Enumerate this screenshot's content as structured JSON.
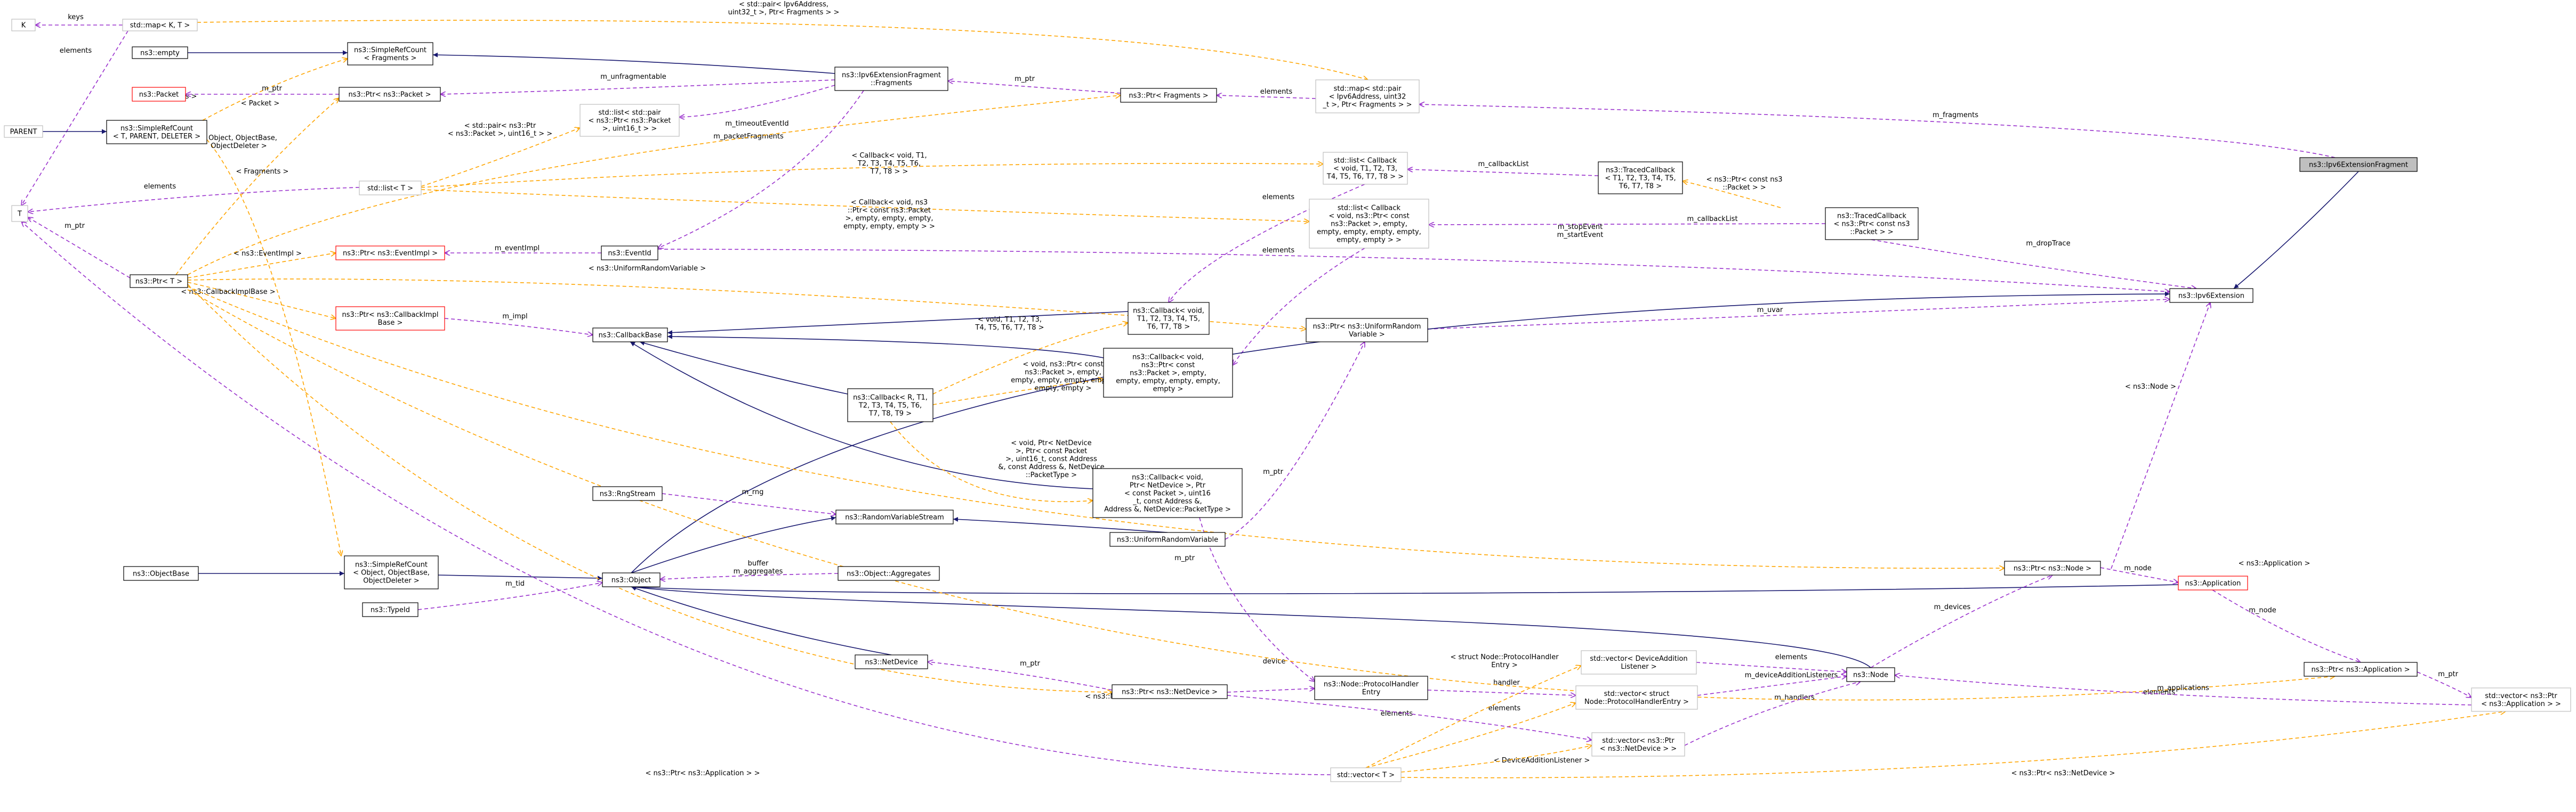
{
  "colors": {
    "inherit": "#191970",
    "usage": "#9a32cd",
    "template": "#ffa500",
    "box_border_default": "#000000",
    "box_border_external": "#bfbfbf",
    "box_border_undocumented": "#ff0000",
    "highlight_fill": "#bfbfbf",
    "box_fill": "#ffffff"
  },
  "nodes": [
    {
      "id": "K",
      "lines": [
        "K"
      ],
      "style": "external"
    },
    {
      "id": "map_k_t",
      "lines": [
        "std::map< K, T >"
      ],
      "style": "external"
    },
    {
      "id": "T",
      "lines": [
        "T"
      ],
      "style": "external"
    },
    {
      "id": "PARENT",
      "lines": [
        "PARENT"
      ],
      "style": "external"
    },
    {
      "id": "empty",
      "lines": [
        "ns3::empty"
      ],
      "style": "default"
    },
    {
      "id": "Packet",
      "lines": [
        "ns3::Packet"
      ],
      "style": "undocumented"
    },
    {
      "id": "src_parent",
      "lines": [
        "ns3::SimpleRefCount",
        "< T, PARENT, DELETER >"
      ],
      "style": "default"
    },
    {
      "id": "src_fragments",
      "lines": [
        "ns3::SimpleRefCount",
        "< Fragments >"
      ],
      "style": "default"
    },
    {
      "id": "ptr_packet",
      "lines": [
        "ns3::Ptr< ns3::Packet >"
      ],
      "style": "default"
    },
    {
      "id": "list_pair",
      "lines": [
        "std::list< std::pair",
        "< ns3::Ptr< ns3::Packet",
        ">, uint16_t > >"
      ],
      "style": "external"
    },
    {
      "id": "list_t",
      "lines": [
        "std::list< T >"
      ],
      "style": "external"
    },
    {
      "id": "ptr_t",
      "lines": [
        "ns3::Ptr< T >"
      ],
      "style": "default"
    },
    {
      "id": "ptr_eventimpl",
      "lines": [
        "ns3::Ptr< ns3::EventImpl >"
      ],
      "style": "undocumented"
    },
    {
      "id": "ptr_callbackimpl",
      "lines": [
        "ns3::Ptr< ns3::CallbackImpl",
        "Base >"
      ],
      "style": "undocumented"
    },
    {
      "id": "eventid",
      "lines": [
        "ns3::EventId"
      ],
      "style": "default"
    },
    {
      "id": "callbackbase",
      "lines": [
        "ns3::CallbackBase"
      ],
      "style": "default"
    },
    {
      "id": "fragments",
      "lines": [
        "ns3::Ipv6ExtensionFragment",
        "::Fragments"
      ],
      "style": "default"
    },
    {
      "id": "ptr_fragments",
      "lines": [
        "ns3::Ptr< Fragments >"
      ],
      "style": "default"
    },
    {
      "id": "map_pair",
      "lines": [
        "std::map< std::pair",
        "< Ipv6Address, uint32",
        "_t >, Ptr< Fragments > >"
      ],
      "style": "external"
    },
    {
      "id": "list_callback_t",
      "lines": [
        "std::list< Callback",
        "< void, T1, T2, T3,",
        "T4, T5, T6, T7, T8 > >"
      ],
      "style": "external"
    },
    {
      "id": "list_callback_pkt",
      "lines": [
        "std::list< Callback",
        "< void, ns3::Ptr< const",
        "ns3::Packet >, empty,",
        "empty, empty, empty, empty,",
        "empty, empty > >"
      ],
      "style": "external"
    },
    {
      "id": "traced_t",
      "lines": [
        "ns3::TracedCallback",
        "< T1, T2, T3, T4, T5,",
        "T6, T7, T8 >"
      ],
      "style": "default"
    },
    {
      "id": "traced_pkt",
      "lines": [
        "ns3::TracedCallback",
        "< ns3::Ptr< const ns3",
        "::Packet > >"
      ],
      "style": "default"
    },
    {
      "id": "highlight",
      "lines": [
        "ns3::Ipv6ExtensionFragment"
      ],
      "style": "highlight"
    },
    {
      "id": "ipv6ext",
      "lines": [
        "ns3::Ipv6Extension"
      ],
      "style": "default"
    },
    {
      "id": "cb_void_t",
      "lines": [
        "ns3::Callback< void,",
        "T1, T2, T3, T4, T5,",
        "T6, T7, T8 >"
      ],
      "style": "default"
    },
    {
      "id": "cb_void_pkt",
      "lines": [
        "ns3::Callback< void,",
        "ns3::Ptr< const",
        "ns3::Packet >, empty,",
        "empty, empty, empty, empty,",
        "empty >"
      ],
      "style": "default"
    },
    {
      "id": "cb_r",
      "lines": [
        "ns3::Callback< R, T1,",
        "T2, T3, T4, T5, T6,",
        "T7, T8, T9 >"
      ],
      "style": "default"
    },
    {
      "id": "ptr_urv",
      "lines": [
        "ns3::Ptr< ns3::UniformRandom",
        "Variable >"
      ],
      "style": "default"
    },
    {
      "id": "cb_netdev",
      "lines": [
        "ns3::Callback< void,",
        "Ptr< NetDevice >, Ptr",
        "< const Packet >, uint16",
        "_t, const Address &,",
        "Address &, NetDevice::PacketType >"
      ],
      "style": "default"
    },
    {
      "id": "rngstream",
      "lines": [
        "ns3::RngStream"
      ],
      "style": "default"
    },
    {
      "id": "rvstream",
      "lines": [
        "ns3::RandomVariableStream"
      ],
      "style": "default"
    },
    {
      "id": "urv",
      "lines": [
        "ns3::UniformRandomVariable"
      ],
      "style": "default"
    },
    {
      "id": "objectbase",
      "lines": [
        "ns3::ObjectBase"
      ],
      "style": "default"
    },
    {
      "id": "src_object",
      "lines": [
        "ns3::SimpleRefCount",
        "< Object, ObjectBase,",
        "ObjectDeleter >"
      ],
      "style": "default"
    },
    {
      "id": "typeid",
      "lines": [
        "ns3::TypeId"
      ],
      "style": "default"
    },
    {
      "id": "object",
      "lines": [
        "ns3::Object"
      ],
      "style": "default"
    },
    {
      "id": "aggregates",
      "lines": [
        "ns3::Object::Aggregates"
      ],
      "style": "default"
    },
    {
      "id": "netdevice",
      "lines": [
        "ns3::NetDevice"
      ],
      "style": "default"
    },
    {
      "id": "ptr_netdevice",
      "lines": [
        "ns3::Ptr< ns3::NetDevice >"
      ],
      "style": "default"
    },
    {
      "id": "protohandler",
      "lines": [
        "ns3::Node::ProtocolHandler",
        "Entry"
      ],
      "style": "default"
    },
    {
      "id": "vec_dal",
      "lines": [
        "std::vector< DeviceAddition",
        "Listener >"
      ],
      "style": "external"
    },
    {
      "id": "vec_phe",
      "lines": [
        "std::vector< struct",
        "Node::ProtocolHandlerEntry >"
      ],
      "style": "external"
    },
    {
      "id": "vec_ptr_netdev",
      "lines": [
        "std::vector< ns3::Ptr",
        "< ns3::NetDevice > >"
      ],
      "style": "external"
    },
    {
      "id": "vec_t",
      "lines": [
        "std::vector< T >"
      ],
      "style": "external"
    },
    {
      "id": "ptr_node",
      "lines": [
        "ns3::Ptr< ns3::Node >"
      ],
      "style": "default"
    },
    {
      "id": "application",
      "lines": [
        "ns3::Application"
      ],
      "style": "undocumented"
    },
    {
      "id": "node",
      "lines": [
        "ns3::Node"
      ],
      "style": "default"
    },
    {
      "id": "ptr_app",
      "lines": [
        "ns3::Ptr< ns3::Application >"
      ],
      "style": "default"
    },
    {
      "id": "vec_ptr_app",
      "lines": [
        "std::vector< ns3::Ptr",
        "< ns3::Application > >"
      ],
      "style": "external"
    }
  ],
  "edges": [
    {
      "from": "map_k_t",
      "to": "K",
      "kind": "usage",
      "label": [
        "keys"
      ]
    },
    {
      "from": "map_k_t",
      "to": "T",
      "kind": "usage",
      "label": [
        "elements"
      ]
    },
    {
      "from": "PARENT",
      "to": "src_parent",
      "kind": "inherit",
      "label": []
    },
    {
      "from": "empty",
      "to": "src_fragments",
      "kind": "inherit",
      "label": []
    },
    {
      "from": "fragments",
      "to": "src_fragments",
      "kind": "inherit",
      "label": []
    },
    {
      "from": "src_parent",
      "to": "src_fragments",
      "kind": "template",
      "label": [
        "< Fragments >"
      ]
    },
    {
      "from": "src_parent",
      "to": "src_object",
      "kind": "template",
      "label": [
        "< Object, ObjectBase,",
        "ObjectDeleter >"
      ]
    },
    {
      "from": "ptr_packet",
      "to": "Packet",
      "kind": "usage",
      "label": [
        "m_ptr"
      ]
    },
    {
      "from": "ptr_t",
      "to": "ptr_packet",
      "kind": "template",
      "label": [
        "< Packet >"
      ]
    },
    {
      "from": "fragments",
      "to": "ptr_packet",
      "kind": "usage",
      "label": [
        "m_unfragmentable"
      ]
    },
    {
      "from": "fragments",
      "to": "list_pair",
      "kind": "usage",
      "label": [
        "m_packetFragments"
      ]
    },
    {
      "from": "list_t",
      "to": "list_pair",
      "kind": "template",
      "label": [
        "< std::pair< ns3::Ptr",
        "< ns3::Packet >, uint16_t > >"
      ]
    },
    {
      "from": "fragments",
      "to": "eventid",
      "kind": "usage",
      "label": [
        "m_timeoutEventId"
      ]
    },
    {
      "from": "list_t",
      "to": "T",
      "kind": "usage",
      "label": [
        "elements"
      ]
    },
    {
      "from": "ptr_t",
      "to": "T",
      "kind": "usage",
      "label": [
        "m_ptr"
      ]
    },
    {
      "from": "ptr_t",
      "to": "ptr_fragments",
      "kind": "template",
      "label": [
        "< Fragments >"
      ]
    },
    {
      "from": "ptr_fragments",
      "to": "fragments",
      "kind": "usage",
      "label": [
        "m_ptr"
      ]
    },
    {
      "from": "map_pair",
      "to": "ptr_fragments",
      "kind": "usage",
      "label": [
        "elements"
      ]
    },
    {
      "from": "map_k_t",
      "to": "map_pair",
      "kind": "template",
      "label": [
        "< std::pair< Ipv6Address,",
        "uint32_t >, Ptr< Fragments > >"
      ]
    },
    {
      "from": "highlight",
      "to": "map_pair",
      "kind": "usage",
      "label": [
        "m_fragments"
      ]
    },
    {
      "from": "list_t",
      "to": "list_callback_t",
      "kind": "template",
      "label": [
        "< Callback< void, T1,",
        "T2, T3, T4, T5, T6,",
        "T7, T8 > >"
      ]
    },
    {
      "from": "list_t",
      "to": "list_callback_pkt",
      "kind": "template",
      "label": [
        "< Callback< void, ns3",
        "::Ptr< const ns3::Packet",
        ">, empty, empty, empty,",
        "empty, empty, empty > >"
      ]
    },
    {
      "from": "traced_t",
      "to": "list_callback_t",
      "kind": "usage",
      "label": [
        "m_callbackList"
      ]
    },
    {
      "from": "traced_pkt",
      "to": "list_callback_pkt",
      "kind": "usage",
      "label": [
        "m_callbackList"
      ]
    },
    {
      "from": "traced_t",
      "to": "traced_pkt",
      "kind": "template",
      "label": [
        "< ns3::Ptr< const ns3",
        "::Packet > >"
      ]
    },
    {
      "from": "list_callback_t",
      "to": "cb_void_t",
      "kind": "usage",
      "label": [
        "elements"
      ]
    },
    {
      "from": "list_callback_pkt",
      "to": "cb_void_pkt",
      "kind": "usage",
      "label": [
        "elements"
      ]
    },
    {
      "from": "ptr_eventimpl",
      "to": "eventid",
      "kind": "usage",
      "label": [
        "m_eventImpl"
      ]
    },
    {
      "from": "ptr_t",
      "to": "ptr_eventimpl",
      "kind": "template",
      "label": [
        "< ns3::EventImpl >"
      ]
    },
    {
      "from": "ptr_t",
      "to": "ptr_callbackimpl",
      "kind": "template",
      "label": [
        "< ns3::CallbackImplBase >"
      ]
    },
    {
      "from": "ptr_callbackimpl",
      "to": "callbackbase",
      "kind": "usage",
      "label": [
        "m_impl"
      ]
    },
    {
      "from": "ptr_t",
      "to": "ptr_urv",
      "kind": "template",
      "label": [
        "< ns3::UniformRandomVariable >"
      ]
    },
    {
      "from": "highlight",
      "to": "ipv6ext",
      "kind": "inherit",
      "label": []
    },
    {
      "from": "traced_pkt",
      "to": "ipv6ext",
      "kind": "usage",
      "label": [
        "m_dropTrace"
      ]
    },
    {
      "from": "eventid",
      "to": "ipv6ext",
      "kind": "usage",
      "label": [
        "m_stopEvent",
        "m_startEvent"
      ]
    },
    {
      "from": "ptr_urv",
      "to": "ipv6ext",
      "kind": "usage",
      "label": [
        "m_uvar"
      ]
    },
    {
      "from": "object",
      "to": "ipv6ext",
      "kind": "inherit",
      "label": []
    },
    {
      "from": "callbackbase",
      "to": "cb_void_t",
      "kind": "inherit",
      "label": []
    },
    {
      "from": "callbackbase",
      "to": "cb_void_pkt",
      "kind": "inherit",
      "label": []
    },
    {
      "from": "callbackbase",
      "to": "cb_r",
      "kind": "inherit",
      "label": []
    },
    {
      "from": "callbackbase",
      "to": "cb_netdev",
      "kind": "inherit",
      "label": []
    },
    {
      "from": "cb_r",
      "to": "cb_void_t",
      "kind": "template",
      "label": [
        "< void, T1, T2, T3,",
        "T4, T5, T6, T7, T8 >"
      ]
    },
    {
      "from": "cb_r",
      "to": "cb_void_pkt",
      "kind": "template",
      "label": [
        "< void, ns3::Ptr< const",
        "ns3::Packet >, empty,",
        "empty, empty, empty, empty,",
        "empty, empty >"
      ]
    },
    {
      "from": "cb_r",
      "to": "cb_netdev",
      "kind": "template",
      "label": [
        "< void, Ptr< NetDevice",
        ">, Ptr< const Packet",
        ">, uint16_t, const Address",
        "&, const Address &, NetDevice",
        "::PacketType >"
      ]
    },
    {
      "from": "urv",
      "to": "ptr_urv",
      "kind": "usage",
      "label": [
        "m_ptr"
      ]
    },
    {
      "from": "rngstream",
      "to": "rvstream",
      "kind": "usage",
      "label": [
        "m_rng"
      ]
    },
    {
      "from": "rvstream",
      "to": "urv",
      "kind": "inherit",
      "label": []
    },
    {
      "from": "object",
      "to": "rvstream",
      "kind": "inherit",
      "label": []
    },
    {
      "from": "objectbase",
      "to": "src_object",
      "kind": "inherit",
      "label": []
    },
    {
      "from": "src_object",
      "to": "object",
      "kind": "inherit",
      "label": []
    },
    {
      "from": "typeid",
      "to": "object",
      "kind": "usage",
      "label": [
        "m_tid"
      ]
    },
    {
      "from": "aggregates",
      "to": "object",
      "kind": "usage",
      "label": [
        "buffer",
        "m_aggregates"
      ]
    },
    {
      "from": "object",
      "to": "netdevice",
      "kind": "inherit",
      "label": []
    },
    {
      "from": "object",
      "to": "node",
      "kind": "inherit",
      "label": []
    },
    {
      "from": "object",
      "to": "application",
      "kind": "inherit",
      "label": []
    },
    {
      "from": "netdevice",
      "to": "ptr_netdevice",
      "kind": "usage",
      "label": [
        "m_ptr"
      ]
    },
    {
      "from": "ptr_t",
      "to": "ptr_netdevice",
      "kind": "template",
      "label": [
        "< ns3::NetDevice >"
      ]
    },
    {
      "from": "ptr_netdevice",
      "to": "protohandler",
      "kind": "usage",
      "label": [
        "device"
      ]
    },
    {
      "from": "cb_netdev",
      "to": "protohandler",
      "kind": "usage",
      "label": [
        "handler"
      ]
    },
    {
      "from": "protohandler",
      "to": "vec_phe",
      "kind": "usage",
      "label": [
        "elements"
      ]
    },
    {
      "from": "vec_t",
      "to": "vec_phe",
      "kind": "template",
      "label": [
        "< struct Node::ProtocolHandler",
        "Entry >"
      ]
    },
    {
      "from": "vec_t",
      "to": "vec_dal",
      "kind": "template",
      "label": [
        "< DeviceAdditionListener >"
      ]
    },
    {
      "from": "vec_t",
      "to": "vec_ptr_netdev",
      "kind": "template",
      "label": [
        "< ns3::Ptr< ns3::NetDevice >"
      ]
    },
    {
      "from": "vec_t",
      "to": "vec_ptr_app",
      "kind": "template",
      "label": [
        "< ns3::Ptr< ns3::Application > >"
      ]
    },
    {
      "from": "vec_t",
      "to": "T",
      "kind": "usage",
      "label": [
        "elements"
      ]
    },
    {
      "from": "ptr_netdevice",
      "to": "vec_ptr_netdev",
      "kind": "usage",
      "label": [
        "elements"
      ]
    },
    {
      "from": "vec_dal",
      "to": "node",
      "kind": "usage",
      "label": [
        "m_deviceAdditionListeners"
      ]
    },
    {
      "from": "vec_phe",
      "to": "node",
      "kind": "usage",
      "label": [
        "m_handlers"
      ]
    },
    {
      "from": "vec_ptr_netdev",
      "to": "node",
      "kind": "usage",
      "label": [
        "m_devices"
      ]
    },
    {
      "from": "node",
      "to": "ptr_node",
      "kind": "usage",
      "label": [
        "m_ptr"
      ]
    },
    {
      "from": "ptr_t",
      "to": "ptr_node",
      "kind": "template",
      "label": [
        "< ns3::Node >"
      ]
    },
    {
      "from": "ptr_node",
      "to": "ipv6ext",
      "kind": "usage",
      "label": [
        "m_node"
      ]
    },
    {
      "from": "ptr_node",
      "to": "application",
      "kind": "usage",
      "label": [
        "m_node"
      ]
    },
    {
      "from": "ptr_t",
      "to": "ptr_app",
      "kind": "template",
      "label": [
        "< ns3::Application >"
      ]
    },
    {
      "from": "application",
      "to": "ptr_app",
      "kind": "usage",
      "label": [
        "m_ptr"
      ]
    },
    {
      "from": "ptr_app",
      "to": "vec_ptr_app",
      "kind": "usage",
      "label": [
        "elements"
      ]
    },
    {
      "from": "vec_ptr_app",
      "to": "node",
      "kind": "usage",
      "label": [
        "m_applications"
      ]
    }
  ]
}
